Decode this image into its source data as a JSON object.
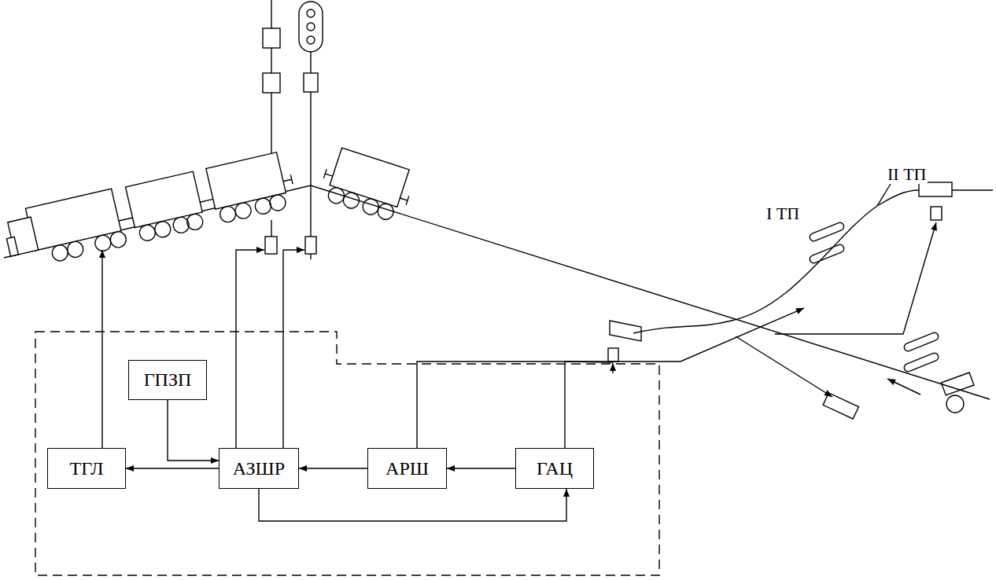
{
  "diagram": {
    "nodes": [
      {
        "text": [
          "ГПЗП"
        ]
      },
      {
        "text": [
          "ТГЛ"
        ]
      },
      {
        "text": [
          "АЗШР"
        ]
      },
      {
        "text": [
          "АРШ"
        ]
      },
      {
        "text": [
          "ГАЦ"
        ]
      }
    ],
    "edges": [
      {
        "from": 0,
        "to": 2,
        "arrow": "to"
      },
      {
        "from": 2,
        "to": 1,
        "arrow": "to"
      },
      {
        "from": 3,
        "to": 2,
        "arrow": "to"
      },
      {
        "from": 4,
        "to": 3,
        "arrow": "to"
      },
      {
        "from": 2,
        "to": 4,
        "arrow": "to"
      }
    ],
    "labels": [
      "I ТП",
      "II ТП"
    ]
  }
}
